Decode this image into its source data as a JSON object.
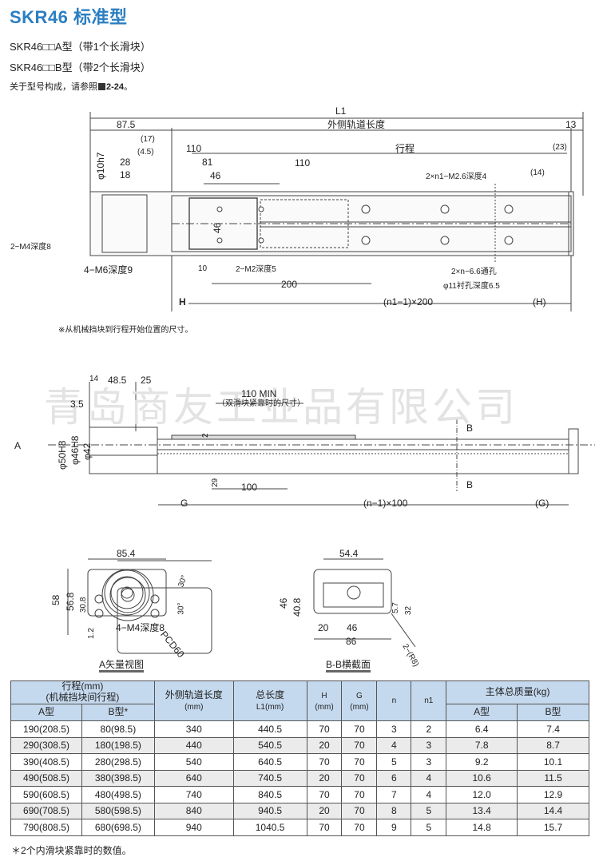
{
  "header": {
    "title": "SKR46 标准型",
    "line_a": "SKR46□□A型（带1个长滑块）",
    "line_b": "SKR46□□B型（带2个长滑块）",
    "ref_text": "关于型号构成，请参照",
    "ref_page": "2-24",
    "ref_end": "。"
  },
  "drawing1": {
    "l1": "L1",
    "d87_5": "87.5",
    "rail_len": "外侧轨道长度",
    "d13": "13",
    "d17": "(17)",
    "d4_5": "(4.5)",
    "d110a": "110",
    "stroke": "行程",
    "d23": "(23)",
    "phi10h7": "φ10h7",
    "d28": "28",
    "d18": "18",
    "d81": "81",
    "d46": "46",
    "d110b": "110",
    "d14": "(14)",
    "m26": "2×n1−M2.6深度4",
    "d46v": "46",
    "m4": "2−M4深度8",
    "m6": "4−M6深度9",
    "d10": "10",
    "m2": "2−M2深度5",
    "d200": "200",
    "hole1": "2×n−6.6通孔",
    "hole2": "φ11衬孔深度6.5",
    "h": "H",
    "n1x200": "(n1−1)×200",
    "h_paren": "(H)",
    "note": "※从机械挡块到行程开始位置的尺寸。"
  },
  "drawing2": {
    "d14": "14",
    "d48_5": "48.5",
    "d25": "25",
    "d3_5": "3.5",
    "d110min": "110 MIN",
    "d110min_note": "（双滑块紧靠时的尺寸）",
    "d2": "2",
    "a_marker": "A",
    "phi50": "φ50H8",
    "phi46": "φ46H8",
    "phi42": "φ42",
    "b_top": "B",
    "b_bottom": "B",
    "d29": "29",
    "d100": "100",
    "g": "G",
    "nx100": "(n−1)×100",
    "g_paren": "(G)",
    "watermark": "青岛商友工业品有限公司"
  },
  "view_a": {
    "d85_4": "85.4",
    "d58": "58",
    "d56_8": "56.8",
    "d30_8": "30.8",
    "d1_2": "1.2",
    "ang1": "30°",
    "ang2": "30°",
    "m4": "4−M4深度8",
    "pcd": "PCD60",
    "caption": "A矢量视图"
  },
  "section_bb": {
    "d54_4": "54.4",
    "d46": "46",
    "d40_8": "40.8",
    "d5_7": "5.7",
    "d32": "32",
    "d20": "20",
    "d46w": "46",
    "d86": "86",
    "r8": "2−(R8)",
    "caption": "B-B横截面"
  },
  "table": {
    "head": {
      "stroke": "行程(mm)",
      "stroke_sub": "(机械挡块间行程)",
      "a_type": "A型",
      "b_type": "B型*",
      "rail": "外侧轨道长度",
      "rail_unit": "(mm)",
      "total": "总长度",
      "total_unit": "L1(mm)",
      "h": "H",
      "h_unit": "(mm)",
      "g": "G",
      "g_unit": "(mm)",
      "n": "n",
      "n1": "n1",
      "mass": "主体总质量(kg)",
      "mass_a": "A型",
      "mass_b": "B型"
    },
    "rows": [
      [
        "190(208.5)",
        "80(98.5)",
        "340",
        "440.5",
        "70",
        "70",
        "3",
        "2",
        "6.4",
        "7.4"
      ],
      [
        "290(308.5)",
        "180(198.5)",
        "440",
        "540.5",
        "20",
        "70",
        "4",
        "3",
        "7.8",
        "8.7"
      ],
      [
        "390(408.5)",
        "280(298.5)",
        "540",
        "640.5",
        "70",
        "70",
        "5",
        "3",
        "9.2",
        "10.1"
      ],
      [
        "490(508.5)",
        "380(398.5)",
        "640",
        "740.5",
        "20",
        "70",
        "6",
        "4",
        "10.6",
        "11.5"
      ],
      [
        "590(608.5)",
        "480(498.5)",
        "740",
        "840.5",
        "70",
        "70",
        "7",
        "4",
        "12.0",
        "12.9"
      ],
      [
        "690(708.5)",
        "580(598.5)",
        "840",
        "940.5",
        "20",
        "70",
        "8",
        "5",
        "13.4",
        "14.4"
      ],
      [
        "790(808.5)",
        "680(698.5)",
        "940",
        "1040.5",
        "70",
        "70",
        "9",
        "5",
        "14.8",
        "15.7"
      ]
    ],
    "footnote": "＊2个内滑块紧靠时的数值。"
  },
  "colors": {
    "accent": "#2b7fc2",
    "table_header": "#c5d9ee",
    "row_alt": "#ebebeb"
  }
}
